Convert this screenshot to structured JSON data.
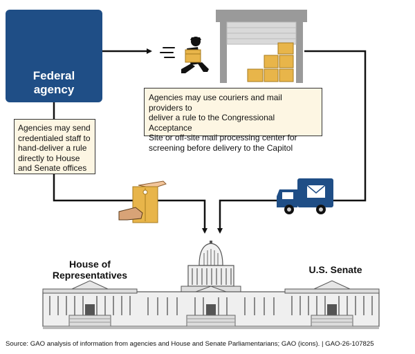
{
  "agency": {
    "label_line1": "Federal",
    "label_line2": "agency"
  },
  "notes": {
    "courier": [
      "Agencies may use couriers and mail providers to",
      "deliver a rule to the Congressional Acceptance",
      "Site or off-site mail processing center for",
      "screening before delivery to the Capitol"
    ],
    "staff": [
      "Agencies may send",
      "credentialed staff to",
      "hand-deliver a rule",
      "directly to House",
      "and Senate offices"
    ]
  },
  "chambers": {
    "house_line1": "House of",
    "house_line2": "Representatives",
    "senate": "U.S. Senate"
  },
  "footer": "Source: GAO analysis of information from agencies and House and Senate Parliamentarians; GAO (icons).  |  GAO-26-107825",
  "icons": {
    "agency": "government-building-icon",
    "courier": "running-courier-icon",
    "facility": "mail-processing-warehouse-icon",
    "hand_delivery": "hand-delivered-envelope-icon",
    "truck": "mail-truck-icon",
    "capitol": "us-capitol-icon"
  },
  "colors": {
    "agency_blue": "#1f4e86",
    "note_fill": "#fdf6e3",
    "package": "#e8b54a",
    "connector": "#111111"
  }
}
